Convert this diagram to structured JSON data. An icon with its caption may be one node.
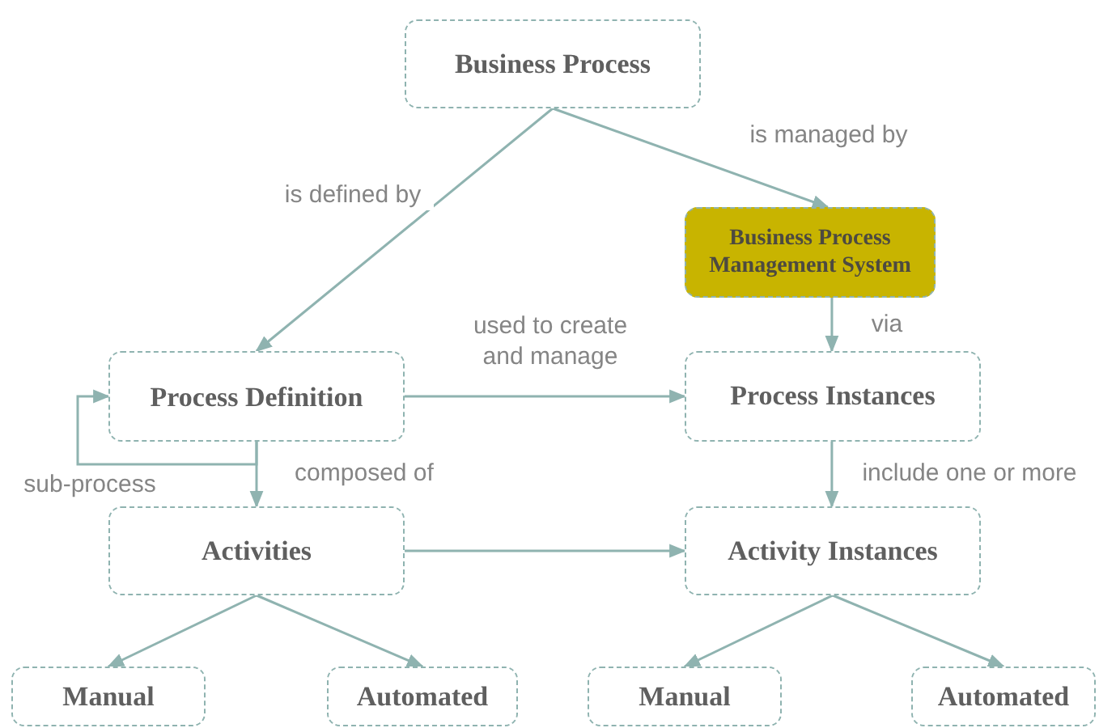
{
  "diagram": {
    "nodes": [
      {
        "text": [
          "Business Process"
        ]
      },
      {
        "text": [
          "Business  Process Management System"
        ]
      },
      {
        "text": [
          "Process Definition"
        ]
      },
      {
        "text": [
          "Process Instances"
        ]
      },
      {
        "text": [
          "Activities"
        ]
      },
      {
        "text": [
          "Activity Instances"
        ]
      },
      {
        "text": [
          "Manual"
        ]
      },
      {
        "text": [
          "Automated"
        ]
      },
      {
        "text": [
          "Manual"
        ]
      },
      {
        "text": [
          "Automated"
        ]
      }
    ],
    "edges": [
      {
        "from": 0,
        "to": 2,
        "arrow": "to",
        "label": "is defined by"
      },
      {
        "from": 0,
        "to": 1,
        "arrow": "to",
        "label": "is managed by"
      },
      {
        "from": 1,
        "to": 3,
        "arrow": "to",
        "label": "via"
      },
      {
        "from": 2,
        "to": 3,
        "arrow": "to",
        "label": "used to create and manage"
      },
      {
        "from": 2,
        "to": 4,
        "arrow": "to",
        "label": "composed of"
      },
      {
        "from": 2,
        "to": 2,
        "arrow": "to",
        "label": "sub-process"
      },
      {
        "from": 3,
        "to": 5,
        "arrow": "to",
        "label": "include one or more"
      },
      {
        "from": 4,
        "to": 5,
        "arrow": "to"
      },
      {
        "from": 4,
        "to": 6,
        "arrow": "to"
      },
      {
        "from": 4,
        "to": 7,
        "arrow": "to"
      },
      {
        "from": 5,
        "to": 8,
        "arrow": "to"
      },
      {
        "from": 5,
        "to": 9,
        "arrow": "to"
      }
    ]
  }
}
